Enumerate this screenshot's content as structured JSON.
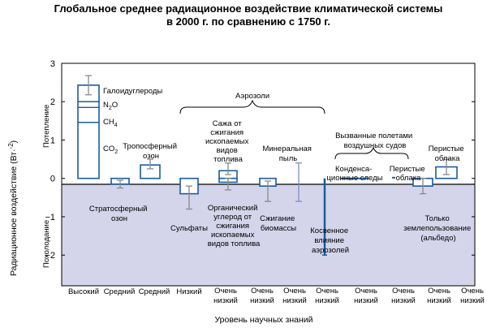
{
  "chart_data": {
    "type": "bar",
    "title": [
      "Глобальное среднее радиационное воздействие климатической системы",
      "в 2000 г. по сравнению с 1750 г."
    ],
    "xlabel": "Уровень научных знаний",
    "ylabel": "Радиационное воздействие (Вт·",
    "ylabel_exp": "-2",
    "ylabel_end": ")",
    "warming_label": "Потепление",
    "cooling_label": "Похолодание",
    "ylim": [
      -2.8,
      3.0
    ],
    "yticks": [
      "3",
      "2",
      "1",
      "0",
      "−1",
      "−2"
    ],
    "colors": {
      "bar": "#1a5c9e",
      "error": "#8a8a8a",
      "cooling_bg": "#d4d4ea",
      "neg_bar": "#ffffff"
    },
    "ghg": {
      "total": 2.43,
      "n2o": 2.0,
      "ch4": 1.85,
      "co2": 1.46,
      "err": [
        2.18,
        2.68
      ]
    },
    "bars": [
      {
        "name": "ghg",
        "value": 2.43,
        "err": [
          2.18,
          2.68
        ]
      },
      {
        "name": "strat-ozone",
        "value": -0.15,
        "err": [
          -0.25,
          -0.05
        ]
      },
      {
        "name": "trop-ozone",
        "value": 0.35,
        "err": [
          0.25,
          0.5
        ]
      },
      {
        "name": "sulphates",
        "value": -0.4,
        "err": [
          -0.8,
          -0.2
        ]
      },
      {
        "name": "fossil-bc",
        "value": 0.2,
        "err": [
          0.1,
          0.4
        ]
      },
      {
        "name": "fossil-oc",
        "value": -0.1,
        "err": [
          -0.3,
          0.0
        ]
      },
      {
        "name": "biomass",
        "value": -0.2,
        "err": [
          -0.6,
          -0.07
        ]
      },
      {
        "name": "mineral-dust",
        "value": 0.0,
        "err": [
          -0.6,
          0.4
        ]
      },
      {
        "name": "indirect-aerosol",
        "value": -2.0,
        "err": null
      },
      {
        "name": "contrails",
        "value": 0.02,
        "err": null
      },
      {
        "name": "cirrus",
        "value": 0.04,
        "err": null
      },
      {
        "name": "land-use",
        "value": -0.2,
        "err": [
          -0.4,
          0.0
        ]
      },
      {
        "name": "solar",
        "value": 0.3,
        "err": [
          0.1,
          0.5
        ]
      }
    ],
    "components": {
      "halocarbons": "Галоидуглероды",
      "n2o_main": "N",
      "n2o_sub": "2",
      "n2o_end": "O",
      "ch4_main": "CH",
      "ch4_sub": "4",
      "co2_main": "CO",
      "co2_sub": "2"
    },
    "labels": {
      "trop_ozone": [
        "Тропосферный",
        "озон"
      ],
      "strat_ozone": [
        "Стратосферный",
        "озон"
      ],
      "aerosols": "Аэрозоли",
      "soot": [
        "Сажа от",
        "сжигания",
        "ископаемых",
        "видов",
        "топлива"
      ],
      "mineral_dust": [
        "Минеральная",
        "пыль"
      ],
      "sulphates": "Сульфаты",
      "org_carbon": [
        "Органический",
        "углерод от",
        "сжигания",
        "ископаемых",
        "видов топлива"
      ],
      "biomass": [
        "Сжигание",
        "биомассы"
      ],
      "indirect": [
        "Косвенное",
        "влияние",
        "аэрозолей"
      ],
      "aviation": [
        "Вызванные полетами",
        "воздушных судов"
      ],
      "contrails": [
        "Конденса-",
        "ционные следы"
      ],
      "cirrus_aviation": [
        "Перистые",
        "облака"
      ],
      "land_use": [
        "Только",
        "землепользование",
        "(альбедо)"
      ],
      "solar": [
        "Перистые",
        "облака"
      ]
    },
    "levels": [
      [
        "Высокий"
      ],
      [
        "Средний"
      ],
      [
        "Средний"
      ],
      [
        "Низкий"
      ],
      [
        "Очень",
        "низкий"
      ],
      [
        "Очень",
        "низкий"
      ],
      [
        "Очень",
        "низкий"
      ],
      [
        "Очень",
        "низкий"
      ],
      [
        "Очень",
        "низкий"
      ],
      [
        "Очень",
        "низкий"
      ],
      [
        "Очень",
        "низкий"
      ],
      [
        "Очень",
        "низкий"
      ]
    ]
  }
}
